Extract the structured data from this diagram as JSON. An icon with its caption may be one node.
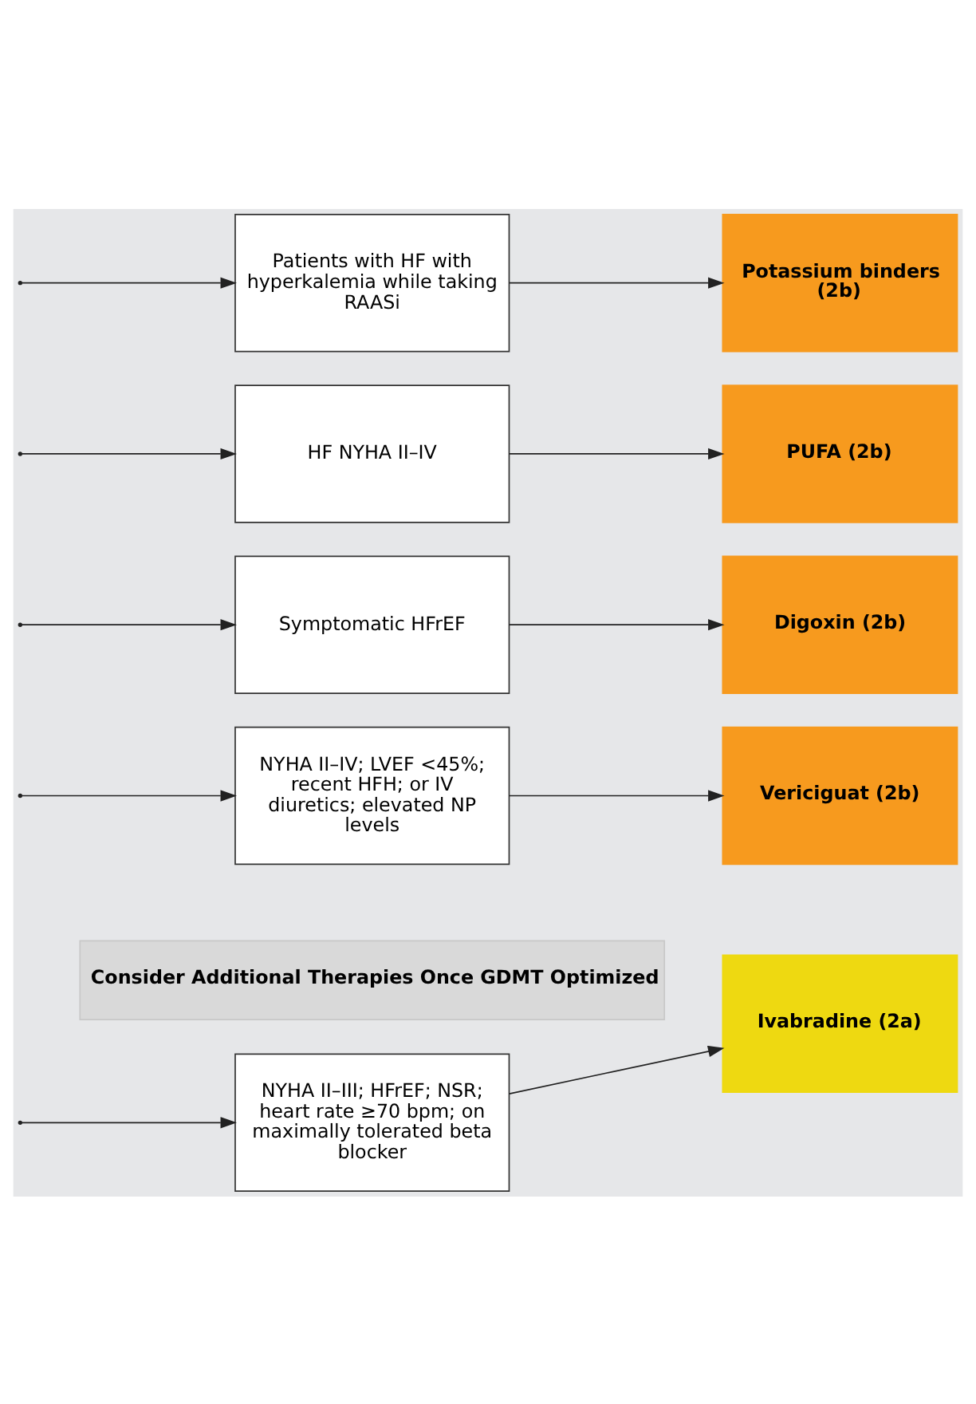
{
  "diagram": {
    "nodes": [
      {
        "text": [
          "Consider Additional Therapies Once GDMT Optimized"
        ]
      },
      {
        "text": [
          "NYHA II–III; HFrEF; NSR; heart rate ≥70 bpm; on maximally tolerated beta blocker"
        ]
      },
      {
        "text": [
          "Ivabradine (2a)"
        ]
      },
      {
        "text": [
          "NYHA II–IV; LVEF <45%; recent HFH; or IV diuretics; elevated NP levels"
        ]
      },
      {
        "text": [
          "Vericiguat (2b)"
        ]
      },
      {
        "text": [
          "Symptomatic HFrEF"
        ]
      },
      {
        "text": [
          "Digoxin (2b)"
        ]
      },
      {
        "text": [
          "HF NYHA II–IV"
        ]
      },
      {
        "text": [
          "PUFA (2b)"
        ]
      },
      {
        "text": [
          "Patients with HF with hyperkalemia while taking RAASi"
        ]
      },
      {
        "text": [
          "Potassium binders (2b)"
        ]
      }
    ],
    "edges": [
      {
        "from": null,
        "to": 1,
        "arrow": "to"
      },
      {
        "from": null,
        "to": 3,
        "arrow": "to"
      },
      {
        "from": null,
        "to": 5,
        "arrow": "to"
      },
      {
        "from": null,
        "to": 7,
        "arrow": "to"
      },
      {
        "from": null,
        "to": 9,
        "arrow": "to"
      },
      {
        "from": 1,
        "to": 2,
        "arrow": "to"
      },
      {
        "from": 3,
        "to": 4,
        "arrow": "to"
      },
      {
        "from": 5,
        "to": 6,
        "arrow": "to"
      },
      {
        "from": 7,
        "to": 8,
        "arrow": "to"
      },
      {
        "from": 9,
        "to": 10,
        "arrow": "to"
      }
    ]
  }
}
